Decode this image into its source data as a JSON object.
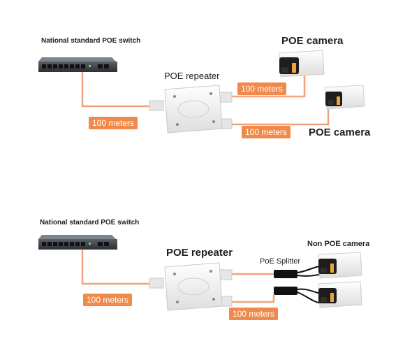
{
  "top": {
    "switch_label": "National standard POE switch",
    "repeater_label": "POE repeater",
    "camera1_label": "POE camera",
    "camera2_label": "POE camera",
    "distance_labels": [
      "100 meters",
      "100 meters",
      "100 meters"
    ]
  },
  "bottom": {
    "switch_label": "National standard POE switch",
    "repeater_label": "POE repeater",
    "camera_label": "Non POE camera",
    "splitter_label": "PoE Splitter",
    "distance_labels": [
      "100 meters",
      "100 meters"
    ]
  },
  "colors": {
    "cable": "#f2a27a",
    "tag": "#f08a4b",
    "switch_body": "#3a3f45",
    "repeater_body": "#f4f4f4",
    "camera_body": "#f2f2f2"
  }
}
